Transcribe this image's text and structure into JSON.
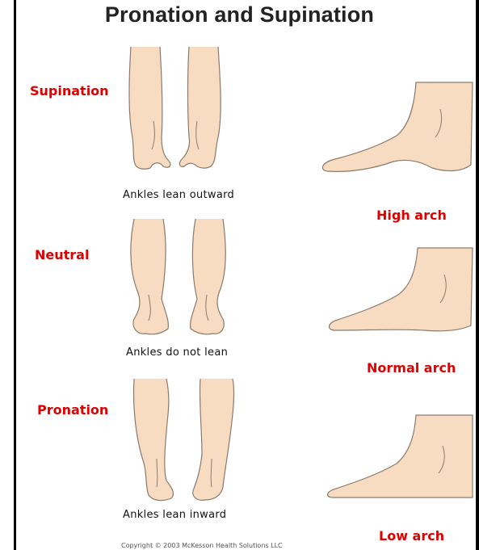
{
  "title": "Pronation and Supination",
  "rows": [
    {
      "label": "Supination",
      "caption": "Ankles lean outward",
      "arch": "High arch"
    },
    {
      "label": "Neutral",
      "caption": "Ankles do not lean",
      "arch": "Normal arch"
    },
    {
      "label": "Pronation",
      "caption": "Ankles lean inward",
      "arch": "Low arch"
    }
  ],
  "copyright": "Copyright © 2003 McKesson Health Solutions LLC",
  "colors": {
    "label": "#e00000",
    "skin": "#f8dcc2"
  }
}
